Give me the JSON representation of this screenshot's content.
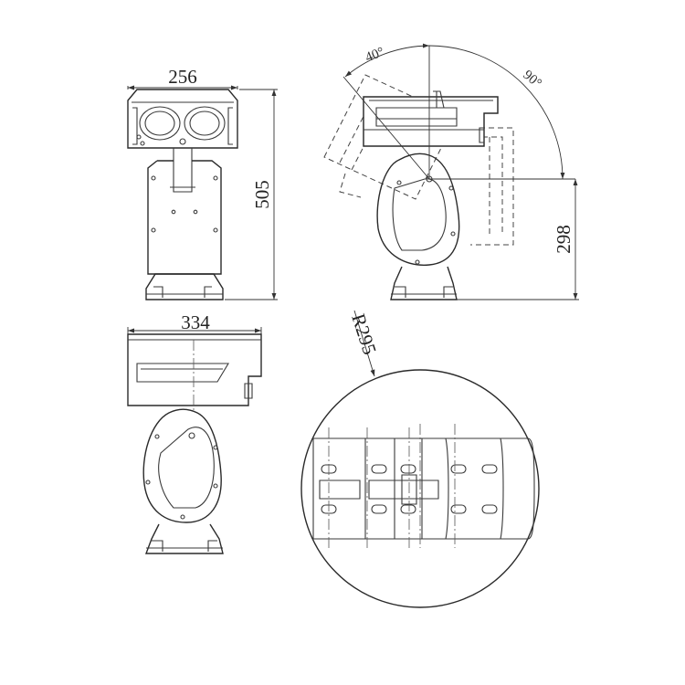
{
  "dimensions": {
    "front_width": "256",
    "front_height": "505",
    "side_height": "298",
    "top_width": "334",
    "radius": "R295"
  },
  "angles": {
    "tilt_up": "40°",
    "tilt_down": "90°"
  },
  "colors": {
    "line": "#3a3a3a",
    "background": "#ffffff"
  }
}
